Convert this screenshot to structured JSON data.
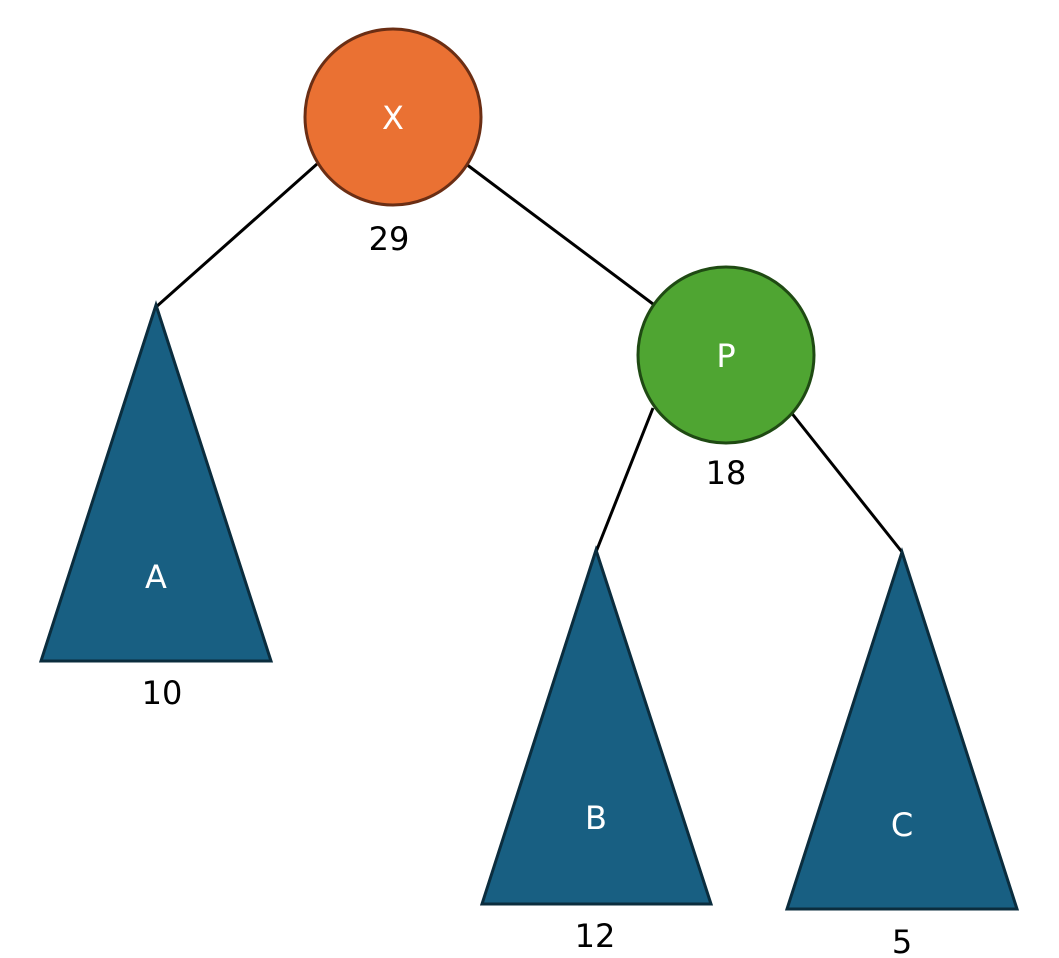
{
  "colors": {
    "node_x": "#ea7133",
    "node_x_stroke": "#6b2e14",
    "node_p": "#4fa532",
    "node_p_stroke": "#1f4a13",
    "subtree": "#185f82",
    "subtree_stroke": "#0b2d3e",
    "edge": "#000000"
  },
  "nodes": {
    "x": {
      "label": "X",
      "count": "29"
    },
    "p": {
      "label": "P",
      "count": "18"
    }
  },
  "subtrees": {
    "a": {
      "label": "A",
      "count": "10"
    },
    "b": {
      "label": "B",
      "count": "12"
    },
    "c": {
      "label": "C",
      "count": "5"
    }
  }
}
